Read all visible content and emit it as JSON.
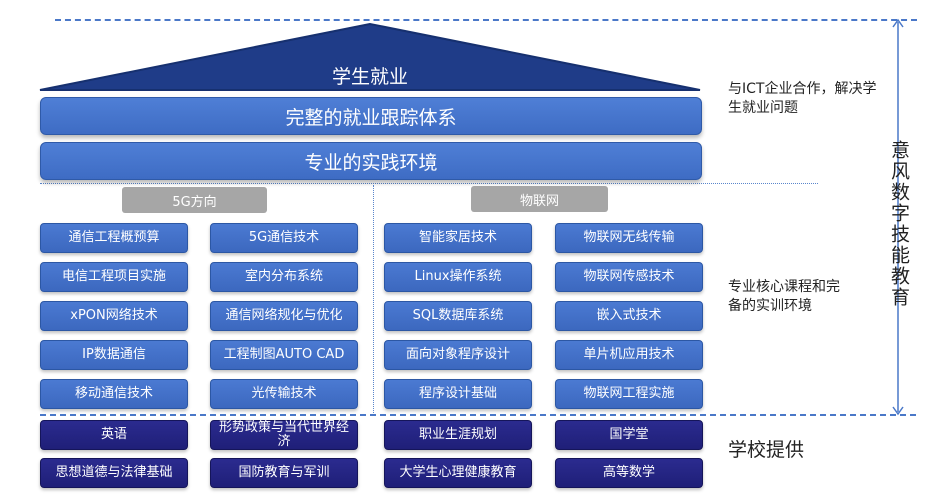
{
  "pyramid": {
    "roof": "学生就业",
    "tiers": [
      "完整的就业跟踪体系",
      "专业的实践环境"
    ]
  },
  "categories": [
    "5G方向",
    "物联网"
  ],
  "core_courses": {
    "col1": [
      "通信工程概预算",
      "电信工程项目实施",
      "xPON网络技术",
      "IP数据通信",
      "移动通信技术"
    ],
    "col2": [
      "5G通信技术",
      "室内分布系统",
      "通信网络规化与优化",
      "工程制图AUTO CAD",
      "光传输技术"
    ],
    "col3": [
      "智能家居技术",
      "Linux操作系统",
      "SQL数据库系统",
      "面向对象程序设计",
      "程序设计基础"
    ],
    "col4": [
      "物联网无线传输",
      "物联网传感技术",
      "嵌入式技术",
      "单片机应用技术",
      "物联网工程实施"
    ]
  },
  "school_courses": {
    "row1": [
      "英语",
      "形势政策与当代世界经济",
      "职业生涯规划",
      "国学堂"
    ],
    "row2": [
      "思想道德与法律基础",
      "国防教育与军训",
      "大学生心理健康教育",
      "高等数学"
    ]
  },
  "notes": {
    "top": "与ICT企业合作，解决学生就业问题",
    "middle": "专业核心课程和完备的实训环境",
    "bottom": "学校提供"
  },
  "side_label": "意风数字技能教育",
  "colors": {
    "roof": "#1f3c88",
    "band": "#4275cf",
    "course_box": "#4272cb",
    "school_box": "#24248a",
    "category_tag": "#a6a6a6",
    "dashed_line": "#4a78c8"
  }
}
